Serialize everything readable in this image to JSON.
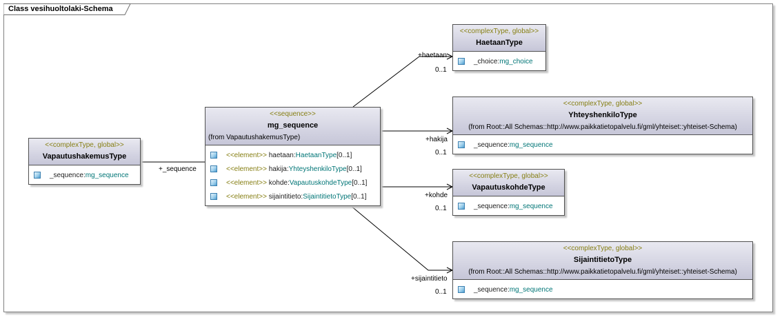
{
  "diagram": {
    "title": "Class vesihuoltolaki-Schema",
    "classes": {
      "vapautushakemus": {
        "stereotype": "<<complexType, global>>",
        "name": "VapautushakemusType",
        "attr": {
          "name": "_sequence",
          "sep": ":",
          "type": "mg_sequence"
        }
      },
      "mgsequence": {
        "stereotype": "<<sequence>>",
        "name": "mg_sequence",
        "from": "(from VapautushakemusType)",
        "attrs": [
          {
            "stereo": "<<element>>",
            "name": "haetaan",
            "sep": ":",
            "type": "HaetaanType",
            "mult": "[0..1]"
          },
          {
            "stereo": "<<element>>",
            "name": "hakija",
            "sep": ":",
            "type": "YhteyshenkiloType",
            "mult": "[0..1]"
          },
          {
            "stereo": "<<element>>",
            "name": "kohde",
            "sep": ":",
            "type": "VapautuskohdeType",
            "mult": "[0..1]"
          },
          {
            "stereo": "<<element>>",
            "name": "sijaintitieto",
            "sep": ":",
            "type": "SijaintitietoType",
            "mult": "[0..1]"
          }
        ]
      },
      "haetaan": {
        "stereotype": "<<complexType, global>>",
        "name": "HaetaanType",
        "attr": {
          "name": "_choice",
          "sep": ":",
          "type": "mg_choice"
        }
      },
      "yhteyshenkilo": {
        "stereotype": "<<complexType, global>>",
        "name": "YhteyshenkiloType",
        "from": "(from Root::All Schemas::http://www.paikkatietopalvelu.fi/gml/yhteiset::yhteiset-Schema)",
        "attr": {
          "name": "_sequence",
          "sep": ":",
          "type": "mg_sequence"
        }
      },
      "vapautuskohde": {
        "stereotype": "<<complexType, global>>",
        "name": "VapautuskohdeType",
        "attr": {
          "name": "_sequence",
          "sep": ":",
          "type": "mg_sequence"
        }
      },
      "sijaintitieto": {
        "stereotype": "<<complexType, global>>",
        "name": "SijaintitietoType",
        "from": "(from Root::All Schemas::http://www.paikkatietopalvelu.fi/gml/yhteiset::yhteiset-Schema)",
        "attr": {
          "name": "_sequence",
          "sep": ":",
          "type": "mg_sequence"
        }
      }
    },
    "links": {
      "sequence": {
        "role": "+_sequence"
      },
      "haetaan": {
        "role": "+haetaan",
        "mult": "0..1"
      },
      "hakija": {
        "role": "+hakija",
        "mult": "0..1"
      },
      "kohde": {
        "role": "+kohde",
        "mult": "0..1"
      },
      "sijaintitieto": {
        "role": "+sijaintitieto",
        "mult": "0..1"
      }
    }
  }
}
